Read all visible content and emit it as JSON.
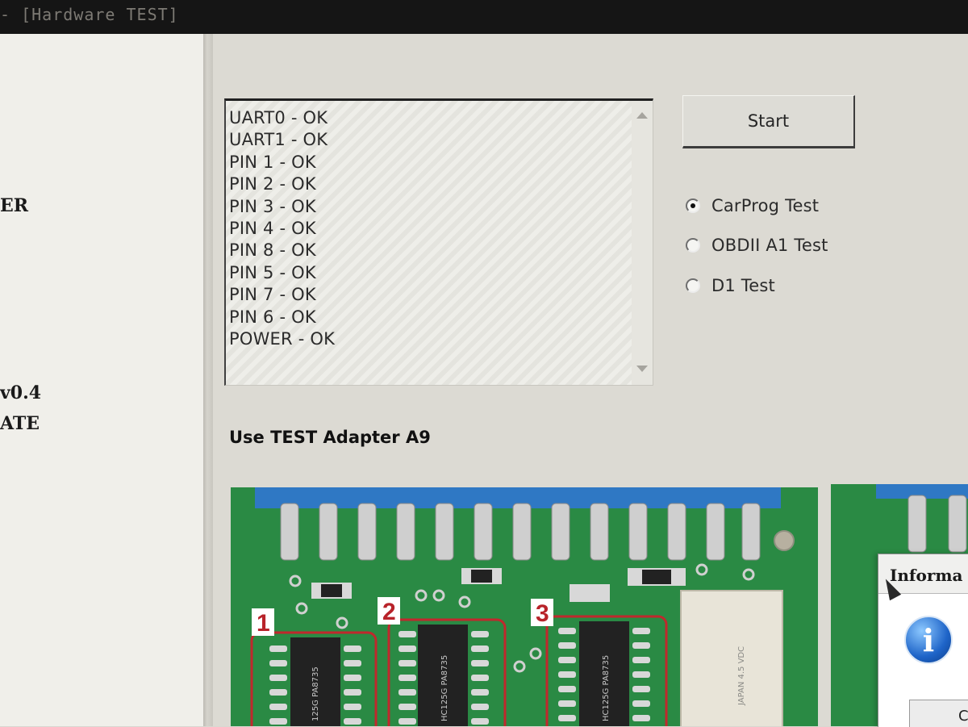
{
  "window": {
    "title": "- [Hardware TEST]"
  },
  "left_panel": {
    "labels": [
      "ER",
      "v0.4",
      "ATE"
    ]
  },
  "log": {
    "lines": [
      "UART0 - OK",
      "UART1 - OK",
      "PIN 1 - OK",
      "PIN 2 - OK",
      "PIN 3 - OK",
      "PIN 4 - OK",
      "PIN 8 - OK",
      "PIN 5 - OK",
      "PIN 7 - OK",
      "PIN 6 - OK",
      "POWER - OK"
    ]
  },
  "start_button": {
    "label": "Start"
  },
  "test_modes": {
    "selected": "CarProg Test",
    "options": [
      "CarProg Test",
      "OBDII A1 Test",
      "D1 Test"
    ]
  },
  "adapter_label": "Use TEST Adapter A9",
  "pcb": {
    "chip_numbers": [
      "1",
      "2",
      "3"
    ],
    "chip_markings": [
      "125G PA8735",
      "HC125G PA8735",
      "HC125G PA8735"
    ],
    "relay_marking": "JAPAN 4.5 VDC",
    "colors": {
      "board": "#2a8a44",
      "connector": "#2f78c4",
      "outline": "#c0282d"
    }
  },
  "dialog": {
    "title": "Informa",
    "button_label": "C",
    "icon": "info-icon"
  }
}
